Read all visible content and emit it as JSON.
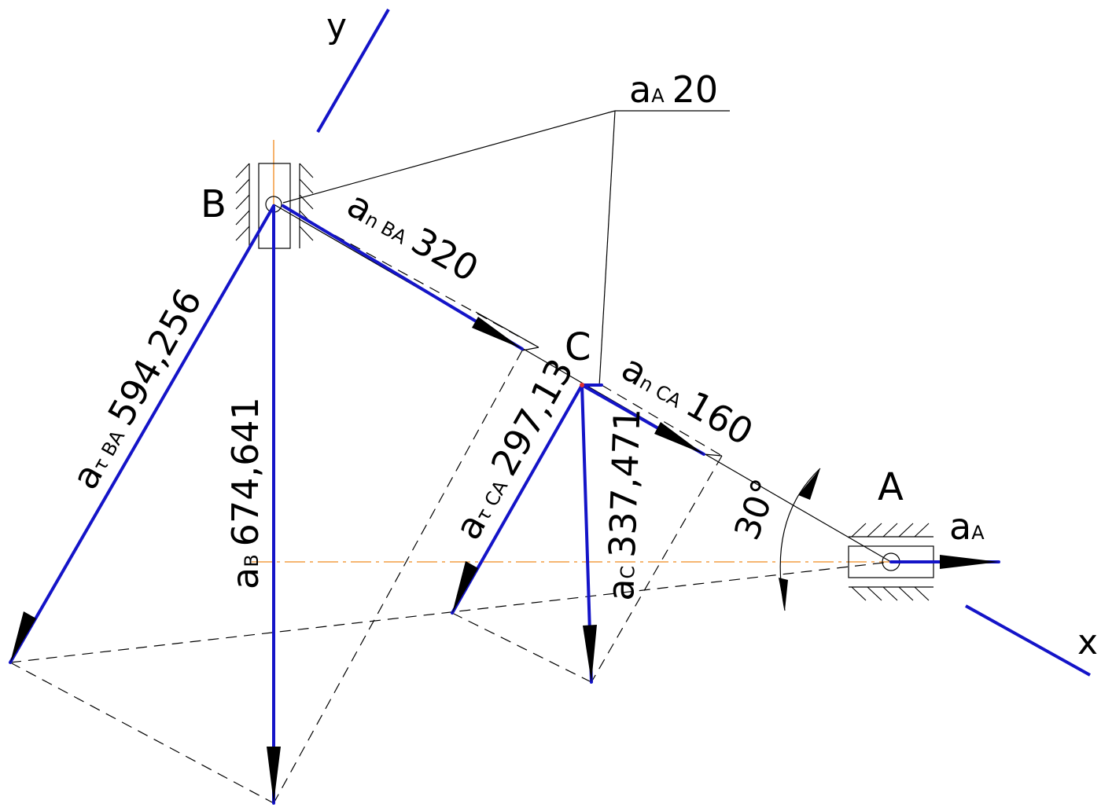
{
  "colors": {
    "vector": "#1414c8",
    "centerline": "#f08a1e",
    "line": "#000000"
  },
  "points": {
    "B": "B",
    "C": "C",
    "A": "A"
  },
  "axes": {
    "x": "x",
    "y": "y"
  },
  "angle": "30°",
  "labels": {
    "aA_scale": {
      "sym": "a",
      "sub": "A",
      "val": "20"
    },
    "anBA": {
      "sym": "a",
      "sub": "n BA",
      "val": "320"
    },
    "atBA": {
      "sym": "a",
      "sub": "τ BA",
      "val": "594,256"
    },
    "aB": {
      "sym": "a",
      "sub": "B",
      "val": "674,641"
    },
    "anCA": {
      "sym": "a",
      "sub": "n CA",
      "val": "160"
    },
    "atCA": {
      "sym": "a",
      "sub": "τ CA",
      "val": "297,13"
    },
    "aC": {
      "sym": "a",
      "sub": "C",
      "val": "337,471"
    },
    "aA": {
      "sym": "a",
      "sub": "A"
    }
  }
}
